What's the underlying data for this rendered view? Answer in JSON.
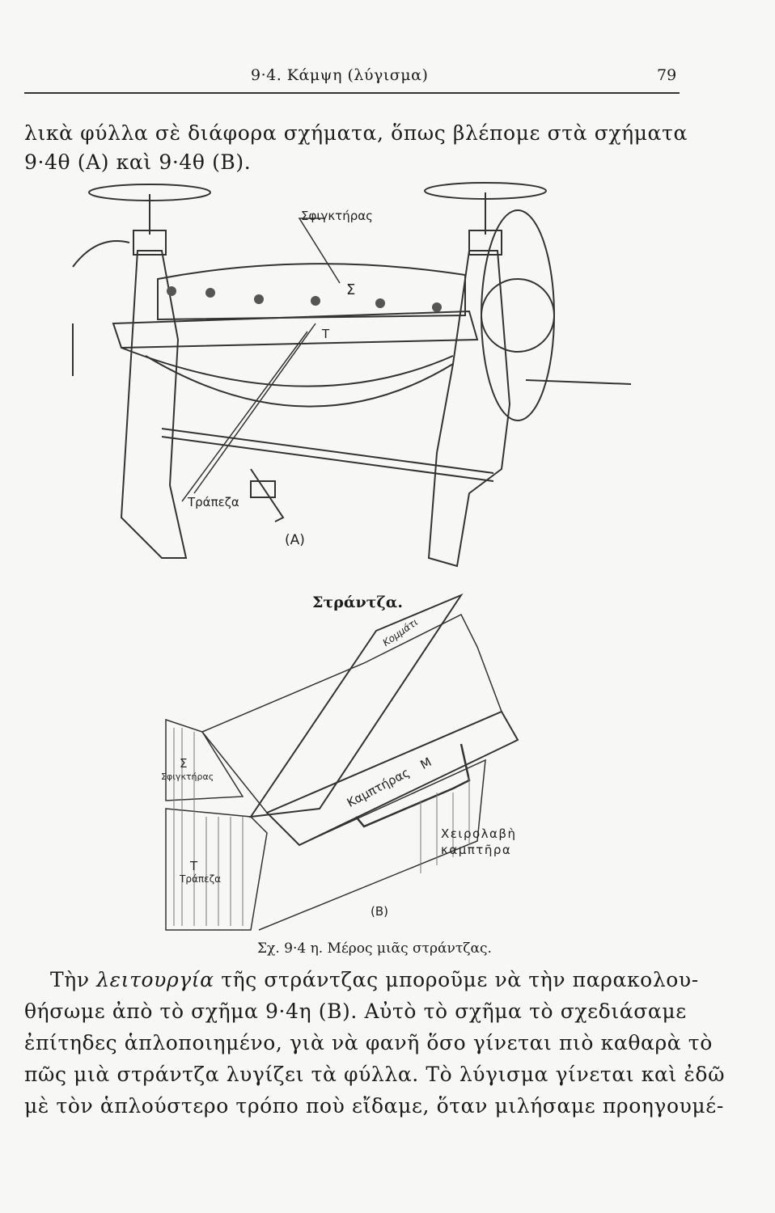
{
  "header": {
    "title": "9·4. Κάμψη (λύγισμα)",
    "page_number": "79"
  },
  "intro_lines": [
    "λικὰ φύλλα σὲ διάφορα σχήματα, ὅπως βλέπομε στὰ σχήματα",
    "9·4θ (A) καὶ 9·4θ (B)."
  ],
  "figure_a": {
    "labels": {
      "clamp": "Σφιγκτήρας",
      "clamp_letter": "Σ",
      "table_letter": "Τ",
      "table": "Τράπεζα",
      "panel": "(A)"
    }
  },
  "figure_b": {
    "title": "Στράντζα.",
    "labels": {
      "sheet": "Κομμάτι",
      "clamp_letter": "Σ",
      "clamp": "Σφιγκτήρας",
      "bender": "Καμπτήρας",
      "bender_letter": "Μ",
      "handle_1": "Χειρολαβὴ",
      "handle_2": "καμπτῆρα",
      "table_letter": "Τ",
      "table": "Τράπεζα",
      "panel": "(B)"
    }
  },
  "caption": "Σχ. 9·4 η. Μέρος μιᾶς στράντζας.",
  "paragraph": {
    "first_start": "Τὴν ",
    "first_italic": "λειτουργία",
    "first_rest": " τῆς στράντζας μποροῦμε νὰ τὴν παρακολου-",
    "lines": [
      "θήσωμε ἀπὸ τὸ σχῆμα 9·4η (B). Αὐτὸ τὸ σχῆμα τὸ σχεδιάσαμε",
      "ἐπίτηδες ἁπλοποιημένο, γιὰ νὰ φανῆ ὅσο γίνεται πιὸ καθαρὰ τὸ",
      "πῶς μιὰ στράντζα λυγίζει τὰ φύλλα. Τὸ λύγισμα γίνεται καὶ ἐδῶ",
      "μὲ τὸν ἁπλούστερο τρόπο ποὺ εἴδαμε, ὅταν μιλήσαμε προηγουμέ-"
    ]
  }
}
